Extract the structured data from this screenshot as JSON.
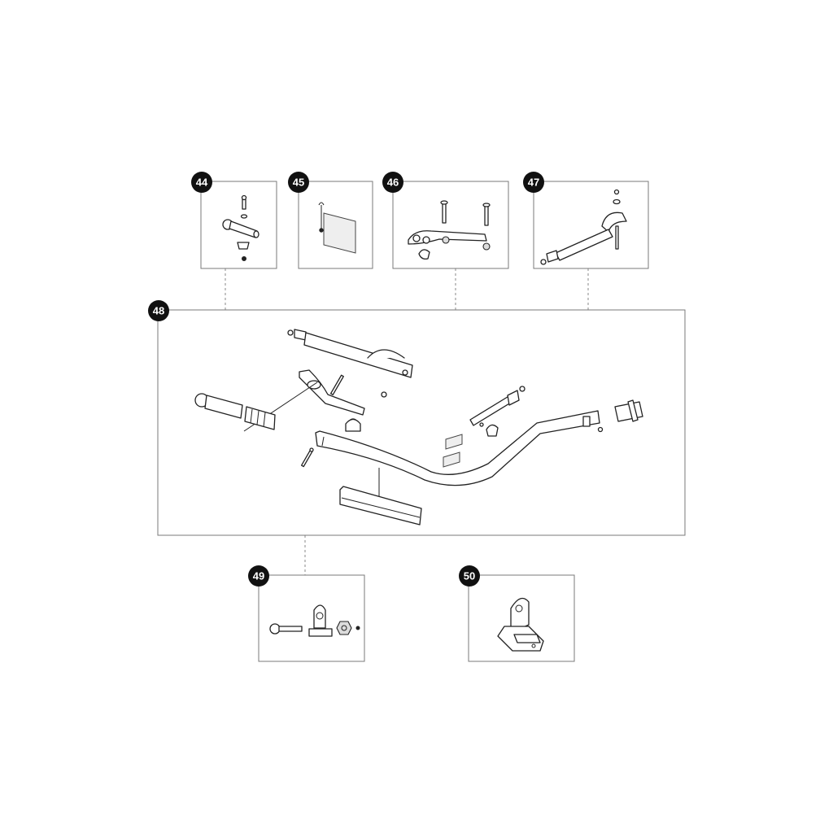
{
  "diagram": {
    "callouts": {
      "c44": "44",
      "c45": "45",
      "c46": "46",
      "c47": "47",
      "c48": "48",
      "c49": "49",
      "c50": "50"
    }
  }
}
